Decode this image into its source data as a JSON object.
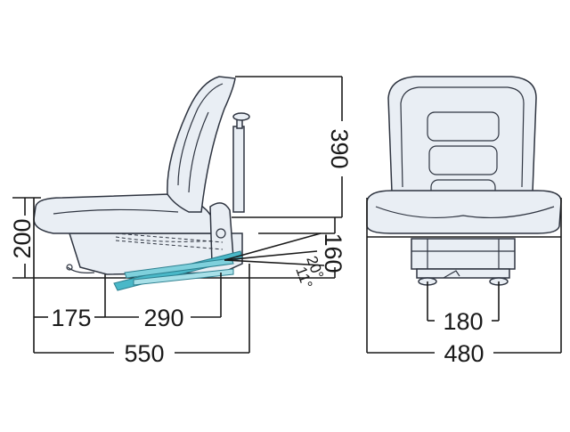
{
  "dimensions": {
    "back_height": "390",
    "seat_height": "200",
    "adjust_height": "160",
    "front_offset": "175",
    "rail_spacing_side": "290",
    "depth": "550",
    "rail_spacing_front": "180",
    "width": "480"
  },
  "angles": {
    "tilt_up": "20°",
    "tilt_down": "11°"
  },
  "colors": {
    "line": "#1a1a1a",
    "seat_fill": "#e9eef4",
    "mechanism": "#4ab8c8"
  }
}
